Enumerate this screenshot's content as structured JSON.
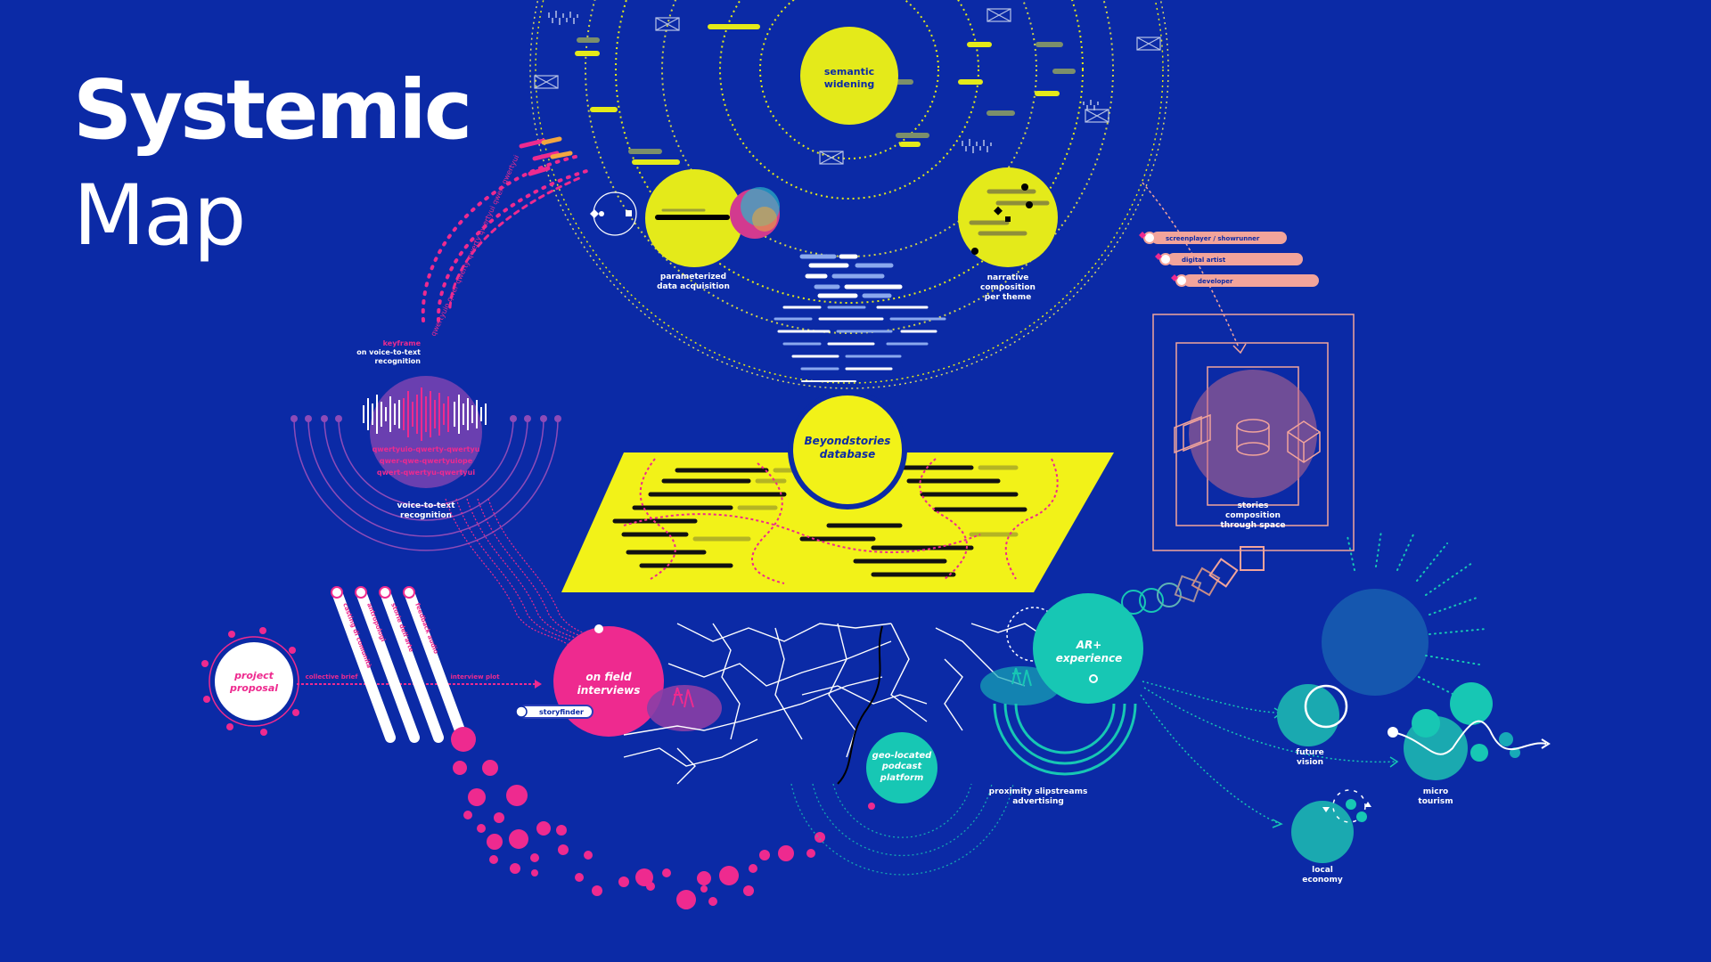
{
  "title": {
    "line1": "Systemic",
    "line2": "Map"
  },
  "colors": {
    "background": "#0b2aa6",
    "yellow": "#e4ea1a",
    "magenta": "#ee2a8f",
    "teal": "#17c7b4",
    "salmon": "#f2a49b",
    "purple": "#7a3fb0",
    "white": "#ffffff"
  },
  "nodes": {
    "semantic": {
      "line1": "semantic",
      "line2": "widening"
    },
    "parameterized": {
      "line1": "parameterized",
      "line2": "data acquisition"
    },
    "narrative": {
      "line1": "narrative",
      "line2": "composition",
      "line3": "per theme"
    },
    "database": {
      "line1": "Beyondstories",
      "line2": "database"
    },
    "keyframe": {
      "line1": "keyframe",
      "line2": "on voice-to-text",
      "line3": "recognition"
    },
    "voice": {
      "line1": "voice-to-text",
      "line2": "recognition"
    },
    "voice_codes": [
      "qwertyuio-qwerty-qwertyu",
      "qwer-qwe-qwertyuiope",
      "qwert-qwertyu-qwertyui"
    ],
    "arc_text": "qwertyuio qwer qwerty qwerty qwertyui qwert qwertyui",
    "project": {
      "line1": "project",
      "line2": "proposal"
    },
    "collective_brief": "collective brief",
    "interview_plot": "interview plot",
    "stripes": [
      "casting di comunità",
      "antropologi",
      "storie dell'arte",
      "feedback audio"
    ],
    "on_field": {
      "line1": "on field",
      "line2": "interviews"
    },
    "storyfinder": "storyfinder",
    "geo": {
      "line1": "geo-located",
      "line2": "podcast",
      "line3": "platform"
    },
    "ar": {
      "line1": "AR+",
      "line2": "experience"
    },
    "proximity": {
      "line1": "proximity slipstreams",
      "line2": "advertising"
    },
    "stories": {
      "line1": "stories",
      "line2": "composition",
      "line3": "through space"
    },
    "roles": [
      "screenplayer / showrunner",
      "digital artist",
      "developer"
    ],
    "future": {
      "line1": "future",
      "line2": "vision"
    },
    "micro": {
      "line1": "micro",
      "line2": "tourism"
    },
    "local": {
      "line1": "local",
      "line2": "economy"
    }
  }
}
